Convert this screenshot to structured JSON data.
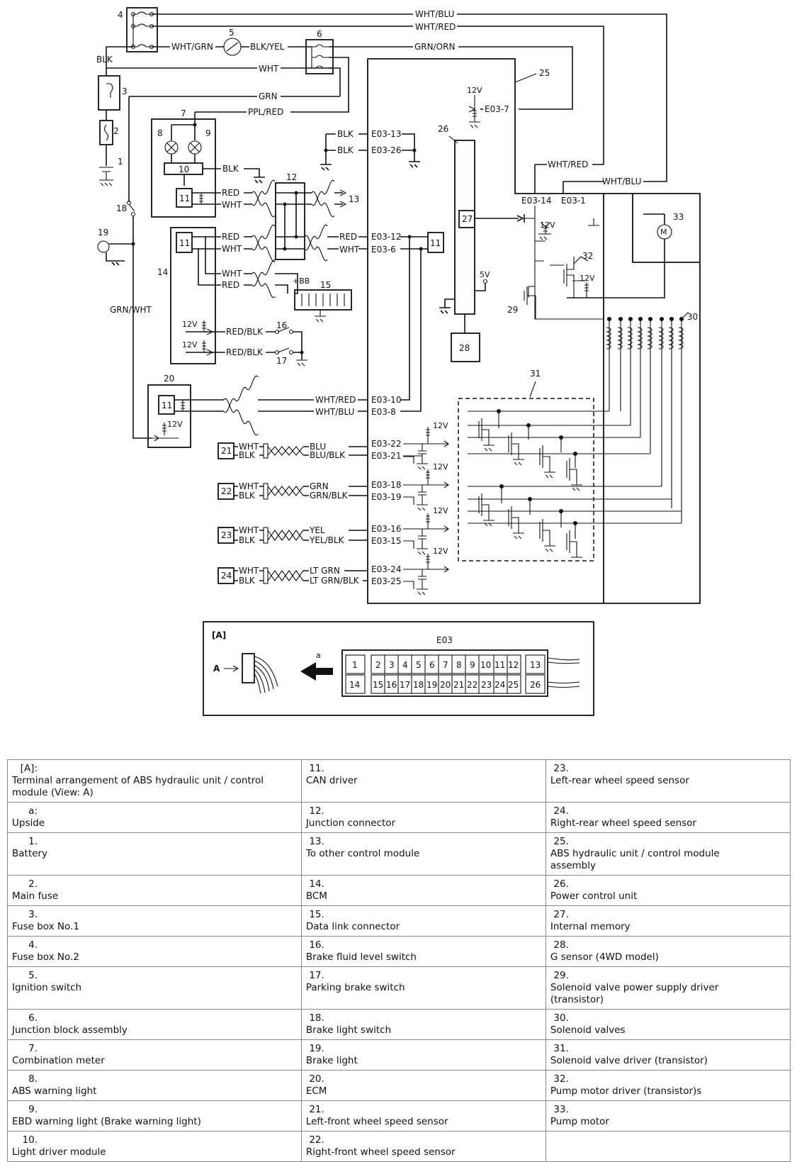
{
  "wires": {
    "wht_blu": "WHT/BLU",
    "wht_red": "WHT/RED",
    "grn_orn": "GRN/ORN",
    "wht_grn": "WHT/GRN",
    "blk_yel": "BLK/YEL",
    "blk": "BLK",
    "wht": "WHT",
    "grn": "GRN",
    "ppl_red": "PPL/RED",
    "red": "RED",
    "grn_wht": "GRN/WHT",
    "red_blk": "RED/BLK",
    "blu": "BLU",
    "blu_blk": "BLU/BLK",
    "grn_blk": "GRN/BLK",
    "yel": "YEL",
    "yel_blk": "YEL/BLK",
    "lt_grn": "LT GRN",
    "lt_grn_blk": "LT GRN/BLK"
  },
  "terminals": {
    "e03_7": "E03-7",
    "e03_13": "E03-13",
    "e03_26": "E03-26",
    "e03_14": "E03-14",
    "e03_1": "E03-1",
    "e03_12": "E03-12",
    "e03_6": "E03-6",
    "e03_10": "E03-10",
    "e03_8": "E03-8",
    "e03_22": "E03-22",
    "e03_21": "E03-21",
    "e03_18": "E03-18",
    "e03_19": "E03-19",
    "e03_16": "E03-16",
    "e03_15": "E03-15",
    "e03_24": "E03-24",
    "e03_25": "E03-25"
  },
  "voltages": {
    "v12": "12V",
    "v5": "5V",
    "bb": "+BB"
  },
  "motor_symbol": "M",
  "callouts": [
    "1",
    "2",
    "3",
    "4",
    "5",
    "6",
    "7",
    "8",
    "9",
    "10",
    "11",
    "12",
    "13",
    "14",
    "15",
    "16",
    "17",
    "18",
    "19",
    "20",
    "21",
    "22",
    "23",
    "24",
    "25",
    "26",
    "27",
    "28",
    "29",
    "30",
    "31",
    "32",
    "33"
  ],
  "connector_view": {
    "title": "[A]",
    "arrow_label": "A",
    "upside_label": "a",
    "connector_name": "E03",
    "top_row": [
      "1",
      "2",
      "3",
      "4",
      "5",
      "6",
      "7",
      "8",
      "9",
      "10",
      "11",
      "12",
      "13"
    ],
    "bottom_row": [
      "14",
      "15",
      "16",
      "17",
      "18",
      "19",
      "20",
      "21",
      "22",
      "23",
      "24",
      "25",
      "26"
    ]
  },
  "legend": [
    [
      {
        "key": "[A]:",
        "text": "Terminal arrangement of ABS hydraulic unit / control module (View: A)"
      },
      {
        "key": "11.",
        "text": "CAN driver"
      },
      {
        "key": "23.",
        "text": "Left-rear wheel speed sensor"
      }
    ],
    [
      {
        "key": "a:",
        "text": "Upside"
      },
      {
        "key": "12.",
        "text": "Junction connector"
      },
      {
        "key": "24.",
        "text": "Right-rear wheel speed sensor"
      }
    ],
    [
      {
        "key": "1.",
        "text": "Battery"
      },
      {
        "key": "13.",
        "text": "To other control module"
      },
      {
        "key": "25.",
        "text": "ABS hydraulic unit / control module assembly"
      }
    ],
    [
      {
        "key": "2.",
        "text": "Main fuse"
      },
      {
        "key": "14.",
        "text": "BCM"
      },
      {
        "key": "26.",
        "text": "Power control unit"
      }
    ],
    [
      {
        "key": "3.",
        "text": "Fuse box No.1"
      },
      {
        "key": "15.",
        "text": "Data link connector"
      },
      {
        "key": "27.",
        "text": "Internal memory"
      }
    ],
    [
      {
        "key": "4.",
        "text": "Fuse box No.2"
      },
      {
        "key": "16.",
        "text": "Brake fluid level switch"
      },
      {
        "key": "28.",
        "text": "G sensor (4WD model)"
      }
    ],
    [
      {
        "key": "5.",
        "text": "Ignition switch"
      },
      {
        "key": "17.",
        "text": "Parking brake switch"
      },
      {
        "key": "29.",
        "text": "Solenoid valve power supply driver (transistor)"
      }
    ],
    [
      {
        "key": "6.",
        "text": "Junction block assembly"
      },
      {
        "key": "18.",
        "text": "Brake light switch"
      },
      {
        "key": "30.",
        "text": "Solenoid valves"
      }
    ],
    [
      {
        "key": "7.",
        "text": "Combination meter"
      },
      {
        "key": "19.",
        "text": "Brake light"
      },
      {
        "key": "31.",
        "text": "Solenoid valve driver (transistor)"
      }
    ],
    [
      {
        "key": "8.",
        "text": "ABS warning light"
      },
      {
        "key": "20.",
        "text": "ECM"
      },
      {
        "key": "32.",
        "text": "Pump motor driver (transistor)s"
      }
    ],
    [
      {
        "key": "9.",
        "text": "EBD warning light (Brake warning light)"
      },
      {
        "key": "21.",
        "text": "Left-front wheel speed sensor"
      },
      {
        "key": "33.",
        "text": "Pump motor"
      }
    ],
    [
      {
        "key": "10.",
        "text": "Light driver module"
      },
      {
        "key": "22.",
        "text": "Right-front wheel speed sensor"
      },
      {
        "key": "",
        "text": ""
      }
    ]
  ]
}
